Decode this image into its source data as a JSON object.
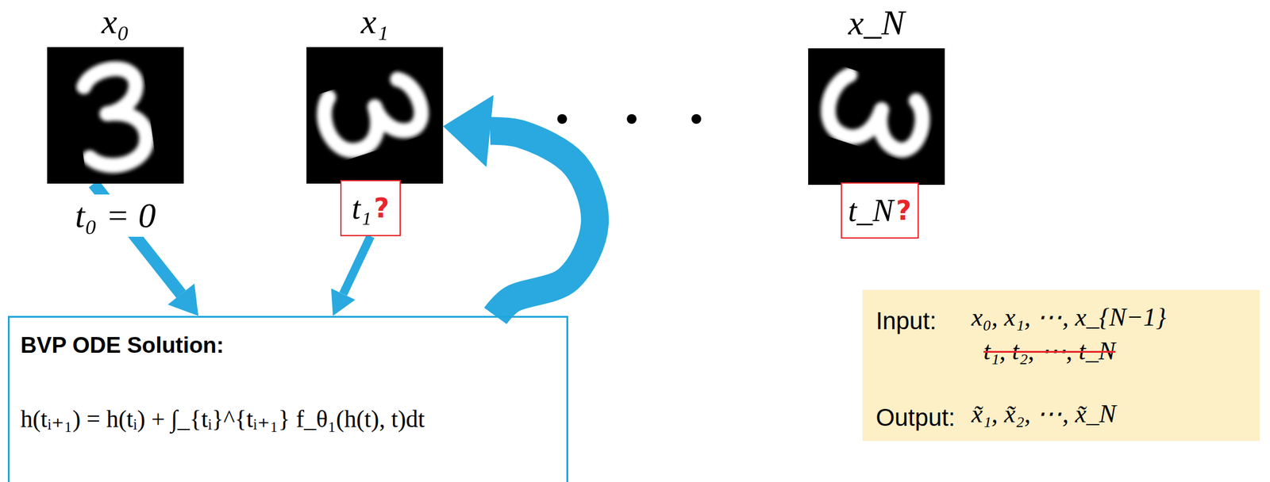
{
  "diagram": {
    "nodes": [
      {
        "text": [
          "x₀",
          "t₀ = 0"
        ]
      },
      {
        "text": [
          "x₁"
        ]
      },
      {
        "text": [
          "t₁",
          "?"
        ]
      },
      {
        "text": [
          "x_N"
        ]
      },
      {
        "text": [
          "t_N",
          "?"
        ]
      },
      {
        "text": [
          "BVP ODE Solution:",
          "h(tᵢ₊₁) = h(tᵢ) + ∫_{tᵢ}^{tᵢ₊₁} f_θ₁(h(t), t)dt"
        ]
      },
      {
        "text": [
          "Input:",
          "x₀, x₁, ⋯, x_{N−1}",
          "t₁, t₂, ⋯, t_N",
          "Output:",
          "x̃₁, x̃₂, ⋯, x̃_N"
        ]
      }
    ],
    "edges": [
      {
        "from": 0,
        "to": 5,
        "arrow": "to"
      },
      {
        "from": 2,
        "to": 5,
        "arrow": "to"
      },
      {
        "from": 5,
        "to": 1,
        "arrow": "to"
      }
    ]
  }
}
